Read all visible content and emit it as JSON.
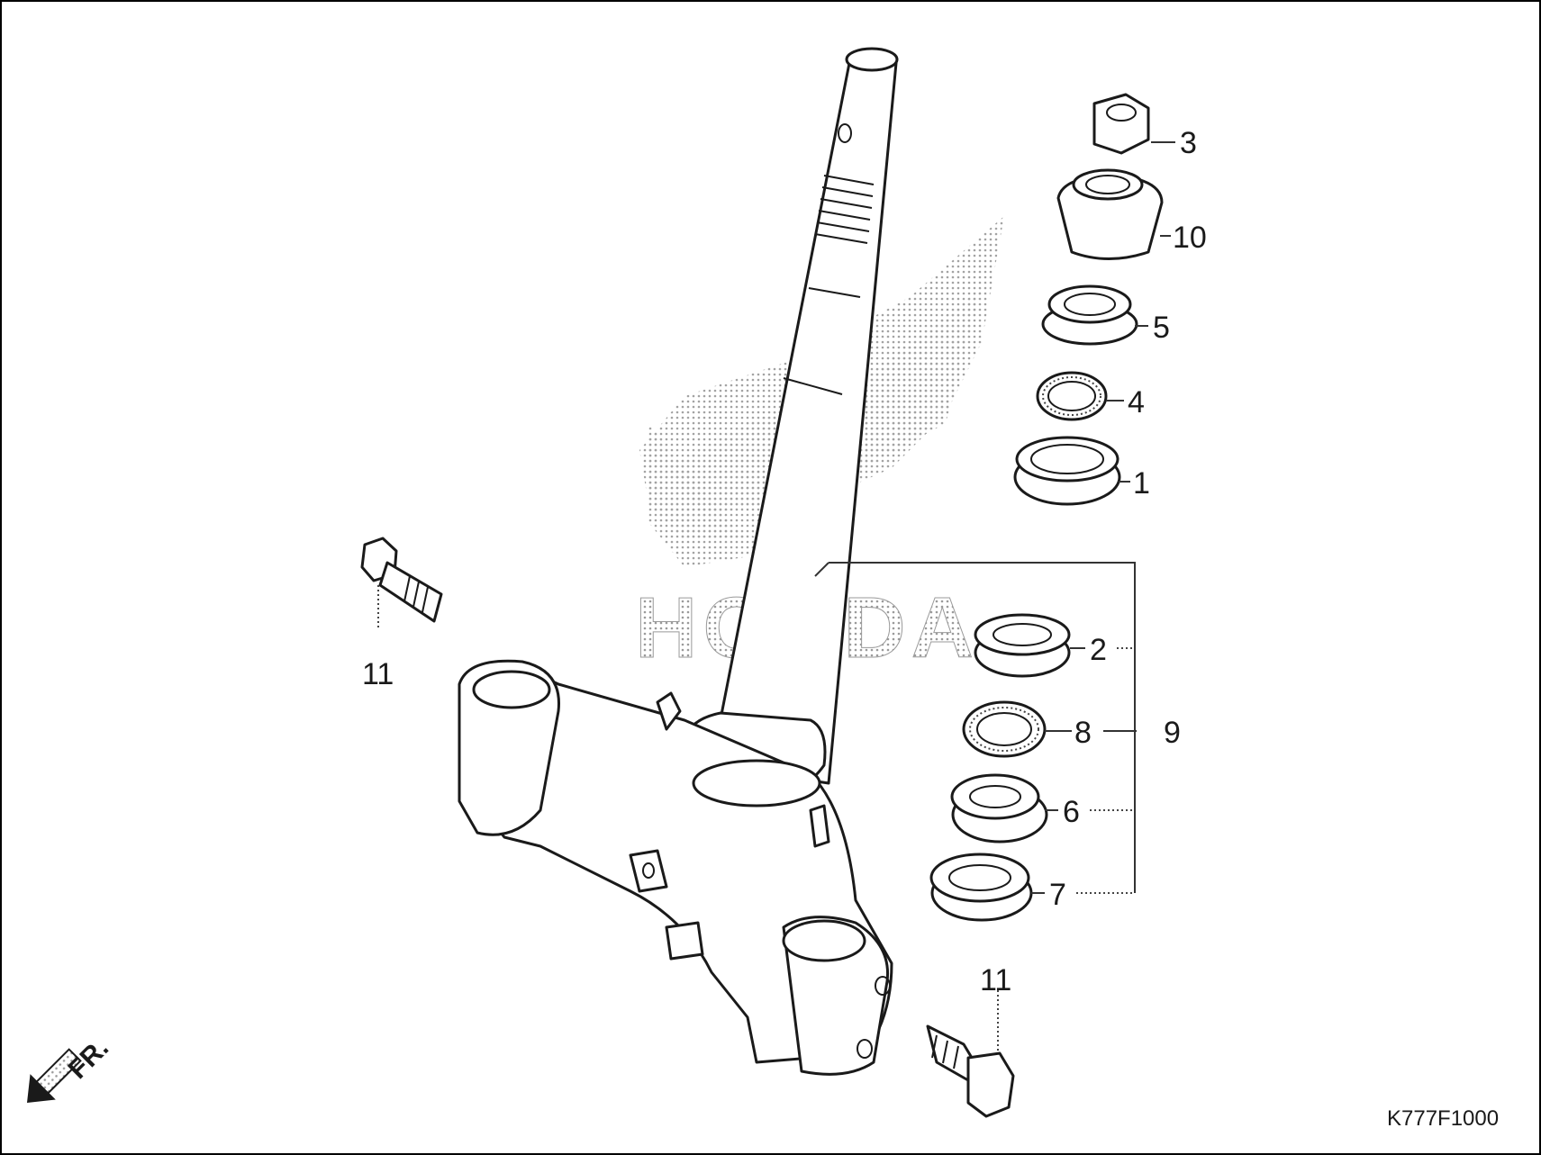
{
  "diagram": {
    "watermark": "HONDA",
    "diagram_code": "K777F1000",
    "front_indicator": "FR.",
    "callouts": {
      "c1": "1",
      "c2": "2",
      "c3": "3",
      "c4": "4",
      "c5": "5",
      "c6": "6",
      "c7": "7",
      "c8": "8",
      "c9": "9",
      "c10": "10",
      "c11_left": "11",
      "c11_right": "11"
    }
  },
  "colors": {
    "line": "#1a1a1a",
    "watermark": "#b8b8b8",
    "background": "#ffffff"
  }
}
